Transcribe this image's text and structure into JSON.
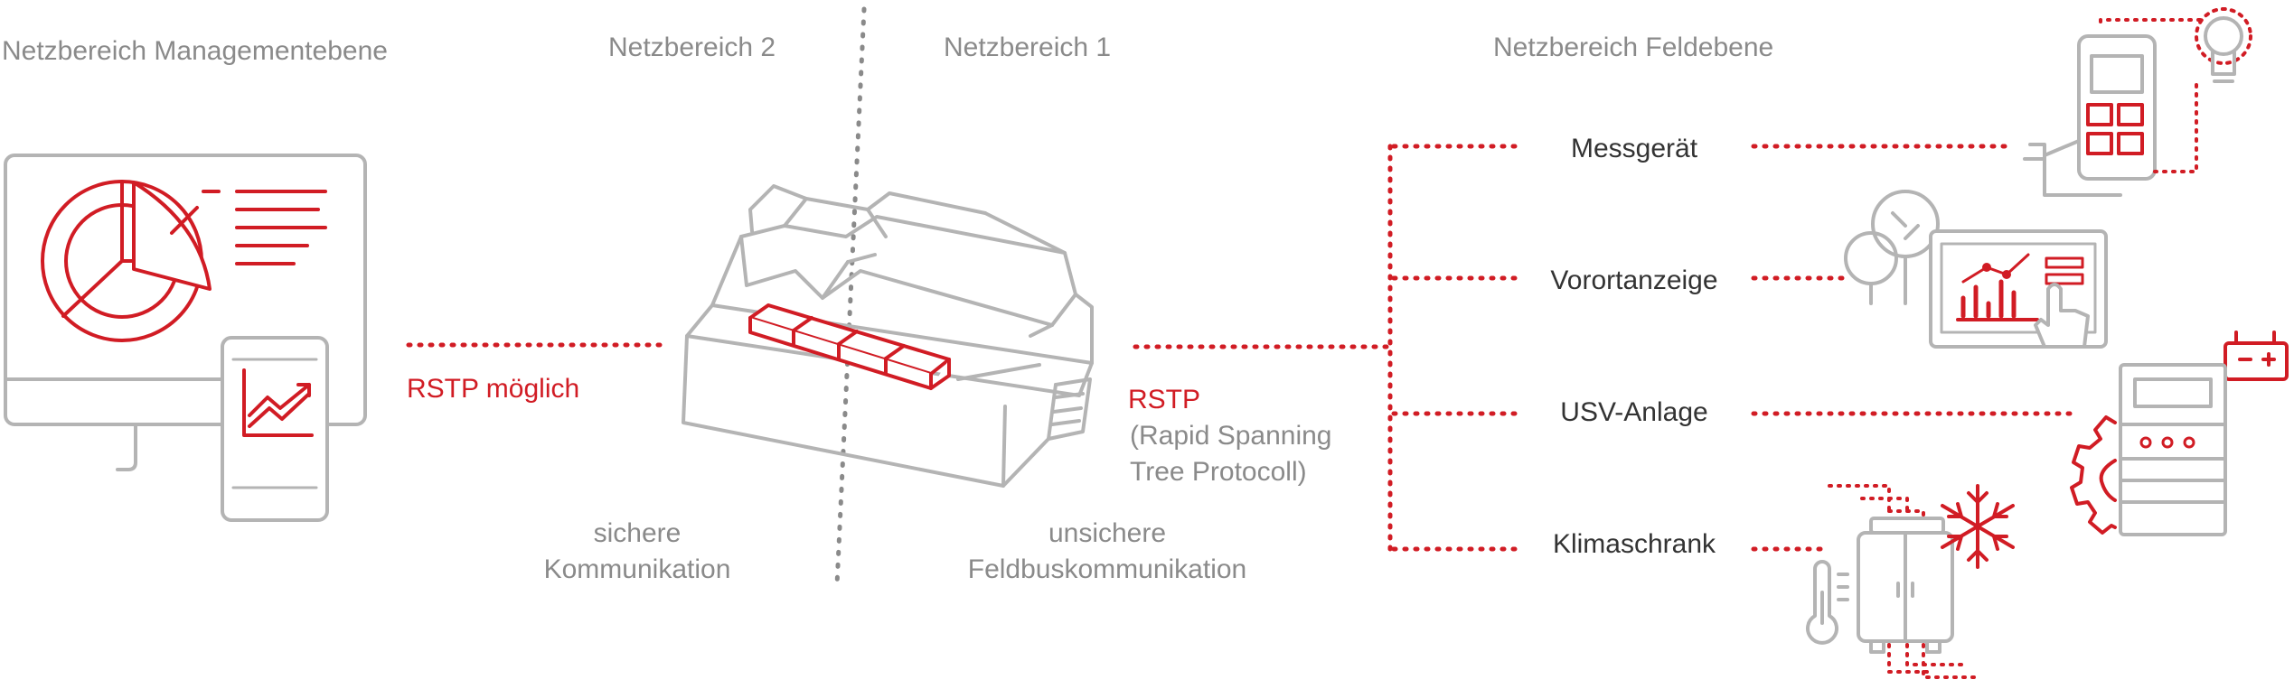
{
  "zones": {
    "management": "Netzbereich Managementebene",
    "zone2": "Netzbereich 2",
    "zone1": "Netzbereich 1",
    "field": "Netzbereich Feldebene"
  },
  "links": {
    "rstp_possible": "RSTP möglich",
    "rstp": "RSTP",
    "rstp_full_line1": "(Rapid Spanning",
    "rstp_full_line2": "Tree Protocoll)"
  },
  "communication": {
    "secure_line1": "sichere",
    "secure_line2": "Kommunikation",
    "insecure_line1": "unsichere",
    "insecure_line2": "Feldbuskommunikation"
  },
  "devices": [
    "Messgerät",
    "Vorortanzeige",
    "USV-Anlage",
    "Klimaschrank"
  ],
  "colors": {
    "accent": "#d11c24",
    "outline": "#b4b4b4",
    "label": "#8a8a8a",
    "device_label": "#333333"
  },
  "icons": {
    "management": [
      "monitor-icon",
      "pie-chart-icon",
      "smartphone-icon",
      "chart-trend-icon"
    ],
    "center": [
      "switch-module-icon"
    ],
    "field": [
      "handheld-meter-icon",
      "light-bulb-icon",
      "tree-icon",
      "touch-display-icon",
      "battery-icon",
      "ups-cabinet-icon",
      "gear-icon",
      "snowflake-icon",
      "thermometer-icon",
      "climate-cabinet-icon"
    ]
  }
}
